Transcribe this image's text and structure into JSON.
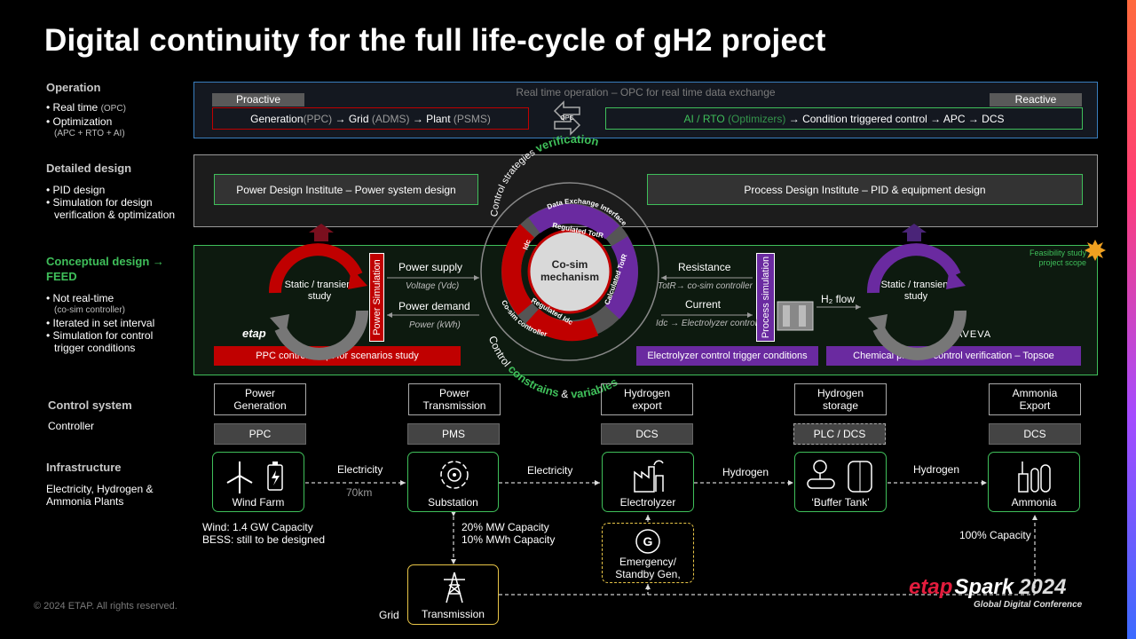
{
  "title": "Digital continuity for the full life-cycle of gH2 project",
  "left": {
    "operation": {
      "title": "Operation",
      "items": [
        "Real time",
        "Optimization"
      ],
      "item1_sub": "(OPC)",
      "item2_sub": "(APC + RTO + AI)"
    },
    "detailed": {
      "title": "Detailed design",
      "items": [
        "PID design",
        "Simulation for design",
        "verification & optimization"
      ]
    },
    "conceptual": {
      "title": "Conceptual design →",
      "title2": "FEED",
      "items": [
        "Not real-time",
        "Iterated in set interval",
        "Simulation for control",
        "trigger conditions"
      ],
      "item1_sub": "(co-sim controller)"
    },
    "control": {
      "title": "Control system",
      "text": "Controller"
    },
    "infra": {
      "title": "Infrastructure",
      "text1": "Electricity, Hydrogen  &",
      "text2": "Ammonia Plants"
    }
  },
  "operation_panel": {
    "caption": "Real time operation – OPC for real time data exchange",
    "proactive": "Proactive",
    "reactive": "Reactive",
    "opc": "OPC",
    "left_chain": {
      "a": "Generation ",
      "a2": "(PPC)",
      "b": " → Grid ",
      "b2": "(ADMS)",
      "c": " → Plant ",
      "c2": "(PSMS)"
    },
    "right_chain": {
      "a": "AI / RTO ",
      "a2": "(Optimizers)",
      "b": " → Condition triggered control → APC → DCS"
    }
  },
  "detailed_panel": {
    "left": "Power Design Institute – Power system design",
    "right": "Process Design Institute – PID & equipment design"
  },
  "conceptual_panel": {
    "feasibility1": "Feasibility study",
    "feasibility2": "project scope",
    "left_study": "Static / transient study",
    "right_study": "Static / transient study",
    "power_sim": "Power Simulation",
    "process_sim": "Process simulation",
    "etap": "etap",
    "aveva": "AVEVA",
    "power_supply": "Power supply",
    "voltage": "Voltage (Vdc)",
    "power_demand": "Power demand",
    "power_kwh": "Power (kWh)",
    "resistance": "Resistance",
    "totr_note": "TotR→ co-sim controller",
    "current": "Current",
    "idc_note": "Idc → Electrolyzer control",
    "h2flow": "H₂ flow",
    "ppc_script": "PPC control script for scenarios study",
    "electrolyzer_trigger": "Electrolyzer control trigger conditions",
    "chem_verif": "Chemical process control verification – Topsoe",
    "ring": {
      "top1": "Control strategies ",
      "top2": "verification",
      "bottom1": "Control ",
      "bottom2": "constrains",
      "bottom3": " & ",
      "bottom4": "variables",
      "dei": "Data Exchange Interface",
      "cosim_ctrl": "Co-sim controller",
      "center1": "Co-sim",
      "center2": "mechanism",
      "seg_idc": "Idc",
      "seg_reg_totr": "Regulated TotR",
      "seg_calc_totr": "Calculated TotR",
      "seg_reg_idc": "Regulated Idc"
    }
  },
  "columns": [
    {
      "header": "Power\nGeneration",
      "ctl": "PPC",
      "node": "Wind Farm"
    },
    {
      "header": "Power\nTransmission",
      "ctl": "PMS",
      "node": "Substation"
    },
    {
      "header": "Hydrogen\nexport",
      "ctl": "DCS",
      "node": "Electrolyzer"
    },
    {
      "header": "Hydrogen\nstorage",
      "ctl": "PLC / DCS",
      "node": "‘Buffer Tank’"
    },
    {
      "header": "Ammonia\nExport",
      "ctl": "DCS",
      "node": "Ammonia"
    }
  ],
  "flows": {
    "electricity1": "Electricity",
    "dist": "70km",
    "electricity2": "Electricity",
    "hydrogen1": "Hydrogen",
    "hydrogen2": "Hydrogen"
  },
  "notes": {
    "wind1": "Wind: 1.4 GW Capacity",
    "wind2": "BESS: still to be designed",
    "sub1": "20% MW Capacity",
    "sub2": "10% MWh Capacity",
    "amm": "100% Capacity",
    "emergency1": "Emergency/",
    "emergency2": "Standby Gen,",
    "grid": "Grid",
    "transmission": "Transmission"
  },
  "footer": {
    "copyright": "© 2024 ETAP. All rights reserved.",
    "brand1": "etap",
    "brand2": "Spark",
    "brand3": "2024",
    "brand_sub": "Global Digital Conference"
  },
  "colors": {
    "green": "#3fbf5a",
    "red": "#c00000",
    "purple": "#6a2aa0",
    "blue": "#3a7fbf",
    "yellow": "#e8c547"
  }
}
